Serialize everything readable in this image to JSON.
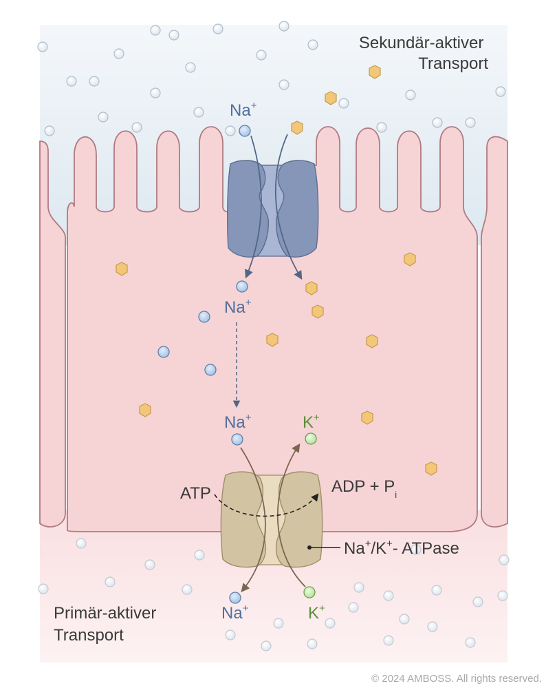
{
  "title_secondary": [
    "Sekundär-aktiver",
    "Transport"
  ],
  "title_primary": [
    "Primär-aktiver",
    "Transport"
  ],
  "labels": {
    "na_top": "Na",
    "na_mid": "Na",
    "na_pump_in": "Na",
    "k_pump_in": "K",
    "na_bottom": "Na",
    "k_bottom": "K",
    "plus": "+",
    "atp": "ATP",
    "adp": "ADP + P",
    "adp_sub": "i",
    "atpase": [
      "Na",
      "+",
      "/K",
      "+",
      "- ATPase"
    ]
  },
  "copyright": "© 2024 AMBOSS. All rights reserved.",
  "colors": {
    "lumen": "#e6eef4",
    "cell": "#f6d3d5",
    "cell_stroke": "#b07a82",
    "interstitial": "#fbe9ea",
    "na_particle": "#b9d4ef",
    "k_particle": "#c6e9b2",
    "glucose": "#f2c77a",
    "cotransporter": "#8596b9",
    "atpase": "#d2c4a2",
    "na_text": "#4f6f9c",
    "k_text": "#5c8f3a"
  }
}
